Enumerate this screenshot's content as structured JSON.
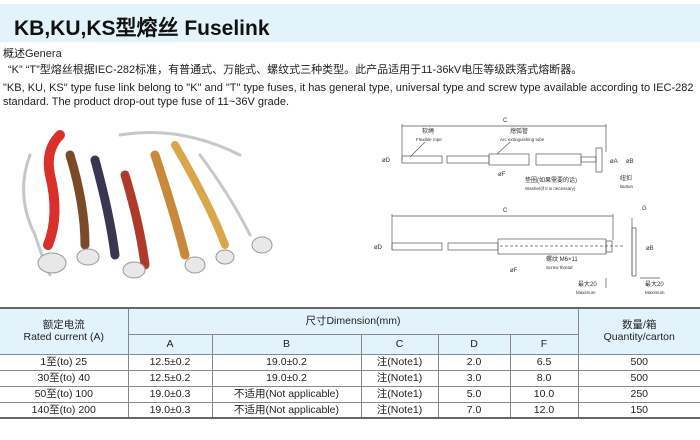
{
  "title": "KB,KU,KS型熔丝 Fuselink",
  "overview_label": "概述Genera",
  "desc_cn": "“K” “T”型熔丝根据IEC-282标准，有普通式、万能式、螺纹式三种类型。此产品适用于11-36kV电压等级跌落式熔断器。",
  "desc_en_1": "\"KB, KU, KS\" type fuse link belong to \"K\" and \"T\" type fuses, it has general type, universal type and screw type available according to IEC-282",
  "desc_en_2": "standard. The product drop-out type fuse of 11~36V grade.",
  "diagram": {
    "c": "C",
    "g": "G",
    "flexible_rope_cn": "软绳",
    "flexible_rope_en": "Flexible rope",
    "tube_cn": "熄弧管",
    "tube_en": "Arc extinguishing tube",
    "washer_cn": "垫圈(如果需要的话)",
    "washer_en": "Washer(if it is necessary)",
    "button_cn": "纽扣",
    "button_en": "Button",
    "screw_cn": "螺纹 M6×11",
    "screw_en": "Screw thread",
    "max_cn": "最大20",
    "max_en": "Maximum",
    "phi_d": "øD",
    "phi_f": "øF",
    "phi_a": "øA",
    "phi_b": "øB"
  },
  "table": {
    "rated_cn": "额定电流",
    "rated_en": "Rated current (A)",
    "dimension": "尺寸Dimension(mm)",
    "qty_cn": "数量/箱",
    "qty_en": "Quantity/carton",
    "cols": [
      "A",
      "B",
      "C",
      "D",
      "F"
    ],
    "rows": [
      [
        "1至(to) 25",
        "12.5±0.2",
        "19.0±0.2",
        "注(Note1)",
        "2.0",
        "6.5",
        "500"
      ],
      [
        "30至(to) 40",
        "12.5±0.2",
        "19.0±0.2",
        "注(Note1)",
        "3.0",
        "8.0",
        "500"
      ],
      [
        "50至(to) 100",
        "19.0±0.3",
        "不适用(Not applicable)",
        "注(Note1)",
        "5.0",
        "10.0",
        "250"
      ],
      [
        "140至(to) 200",
        "19.0±0.3",
        "不适用(Not applicable)",
        "注(Note1)",
        "7.0",
        "12.0",
        "150"
      ]
    ]
  }
}
